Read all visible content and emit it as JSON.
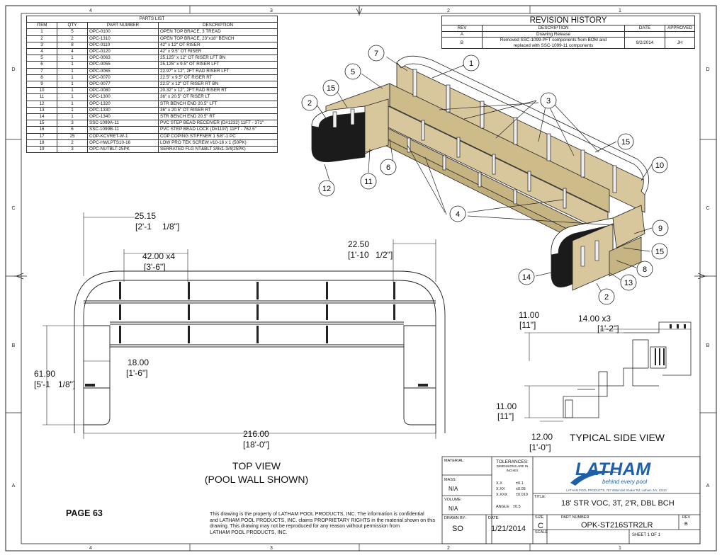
{
  "parts_list": {
    "title": "PARTS LIST",
    "headers": [
      "ITEM",
      "QTY",
      "PART NUMBER",
      "DESCRIPTION"
    ],
    "rows": [
      [
        "1",
        "5",
        "OPC-0100",
        "OPEN TOP BRACE, 3 TREAD"
      ],
      [
        "2",
        "2",
        "OPC-1310",
        "OPEN TOP BRACE, 23\"x18\" BENCH"
      ],
      [
        "3",
        "8",
        "OPC-0110",
        "42\" x 12\" OT RISER"
      ],
      [
        "4",
        "4",
        "OPC-0120",
        "42\" x 9.5\" OT RISER"
      ],
      [
        "5",
        "1",
        "OPC-0063",
        "25.125\" x 12\" OT RISER LFT BN"
      ],
      [
        "6",
        "1",
        "OPC-0055",
        "25.125\" x 9.5\" OT RISER LFT"
      ],
      [
        "7",
        "1",
        "OPC-0065",
        "22.97\" x 12\", 2FT RAD RISER LFT"
      ],
      [
        "8",
        "1",
        "OPC-0070",
        "22.5\" x 9.5\" OT RISER RT"
      ],
      [
        "9",
        "1",
        "OPC-0077",
        "22.5\" x 12\" OT RISER RT BN"
      ],
      [
        "10",
        "1",
        "OPC-0080",
        "20.32\" x 12\", 2FT RAD RISER RT"
      ],
      [
        "11",
        "1",
        "OPC-1300",
        "36\" x 20.5\" OT RISER LT"
      ],
      [
        "12",
        "1",
        "OPC-1320",
        "STR BENCH END 20.5\" LFT"
      ],
      [
        "13",
        "1",
        "OPC-1330",
        "36\" x 20.5\" OT RISER RT"
      ],
      [
        "14",
        "1",
        "OPC-1340",
        "STR BENCH END 20.5\" RT"
      ],
      [
        "15",
        "3",
        "SSC-1099A-11",
        "PVC STEP BEAD RECEIVER (D#1232) 11FT - 371\""
      ],
      [
        "16",
        "6",
        "SSC-1099B-11",
        "PVC STEP BEAD LOCK (D#1197) 11FT - 762.5\""
      ],
      [
        "17",
        "25",
        "COP-KCVRET-W-1",
        "COP COPING STIFFNER 1 5/8\"-1 PC"
      ],
      [
        "18",
        "2",
        "OPC-HWLPTS10-16",
        "LOW PRO TEK SCREW #10-16 x 1 (50PK)"
      ],
      [
        "19",
        "3",
        "OPC-NUTBLT-25PK",
        "SERRATED FLG NT&BLT 3/8x1-3/4(25PK)"
      ]
    ]
  },
  "revision_history": {
    "title": "REVISION HISTORY",
    "headers": [
      "REV",
      "DESCRIPTION",
      "DATE",
      "APPROVED"
    ],
    "rows": [
      {
        "rev": "A",
        "desc": "Drawing Release",
        "date": "",
        "approved": ""
      },
      {
        "rev": "B",
        "desc_line1": "Removed SSC-1099-PFT components from BOM and",
        "desc_line2": "replaced with SSC-1099-11 components",
        "date": "9/2/2014",
        "approved": "JH"
      }
    ]
  },
  "border": {
    "top_zones": [
      "4",
      "3",
      "2",
      "1"
    ],
    "side_zones": [
      "D",
      "C",
      "B",
      "A"
    ]
  },
  "top_view": {
    "title_line1": "TOP VIEW",
    "title_line2": "(POOL WALL SHOWN)",
    "dims": {
      "d1": "25.15",
      "d1b": "[2'-1",
      "d1f": "1/8\"]",
      "d2": "42.00 x4",
      "d2b": "[3'-6\"]",
      "d3": "22.50",
      "d3b": "[1'-10",
      "d3f": "1/2\"]",
      "d4": "18.00",
      "d4b": "[1'-6\"]",
      "d5": "61.90",
      "d5b": "[5'-1",
      "d5f": "1/8\"]",
      "d6": "216.00",
      "d6b": "[18'-0\"]"
    }
  },
  "side_view": {
    "title": "TYPICAL SIDE VIEW",
    "dims": {
      "h1": "11.00",
      "h1b": "[11\"]",
      "w1": "14.00 x3",
      "w1b": "[1'-2\"]",
      "h2": "11.00",
      "h2b": "[11\"]",
      "w2": "12.00",
      "w2b": "[1'-0\"]"
    }
  },
  "balloons": [
    "1",
    "2",
    "3",
    "4",
    "5",
    "6",
    "7",
    "8",
    "9",
    "10",
    "11",
    "12",
    "13",
    "14",
    "15"
  ],
  "title_block": {
    "material_label": "MATERIAL:",
    "tolerances_label": "TOLERANCES:",
    "tolerances_sub1": "DIMENSIONS ARE IN",
    "tolerances_sub2": "INCHES",
    "tol_xx": "X.X",
    "tol_xx_v": "±0.1",
    "tol_xxx": "X.XX",
    "tol_xxx_v": "±0.05",
    "tol_xxxx": "X.XXX",
    "tol_xxxx_v": "±0.010",
    "angle": "ANGLE",
    "angle_v": "±0.5",
    "mass_label": "MASS:",
    "mass_value": "N/A",
    "volume_label": "VOLUME:",
    "volume_value": "N/A",
    "drawn_by_label": "DRAWN BY:",
    "drawn_by_value": "SO",
    "date_label": "DATE:",
    "date_value": "1/21/2014",
    "logo_text": "LATHAM",
    "logo_tagline": "behind every pool",
    "address": "LATHAM POOL PRODUCTS, 787 Watervliet Shaker Rd, Latham, NY, 12110",
    "title_label": "TITLE:",
    "title_value": "18' STR VOC, 3T, 2'R, DBL BCH",
    "size_label": "SIZE",
    "size_value": "C",
    "part_label": "PART NUMBER",
    "part_value": "OPK-ST216STR2LR",
    "rev_label": "REV",
    "rev_value": "B",
    "scale_label": "SCALE",
    "sheet_value": "SHEET 1  OF 1"
  },
  "page_label": "PAGE 63",
  "disclaimer": [
    "This drawing is the property of LATHAM POOL PRODUCTS, INC. The information is confidential",
    "and LATHAM POOL PRODUCTS, INC. claims PROPRIETARY RIGHTS in the material shown on this",
    "drawing. This drawing may not be reproduced for any reason without permission from",
    "LATHAM POOL PRODUCTS, INC."
  ],
  "colors": {
    "tan": "#d8c79c",
    "dark_panel": "#1b1b1b",
    "logo_blue": "#1d5fa8"
  }
}
